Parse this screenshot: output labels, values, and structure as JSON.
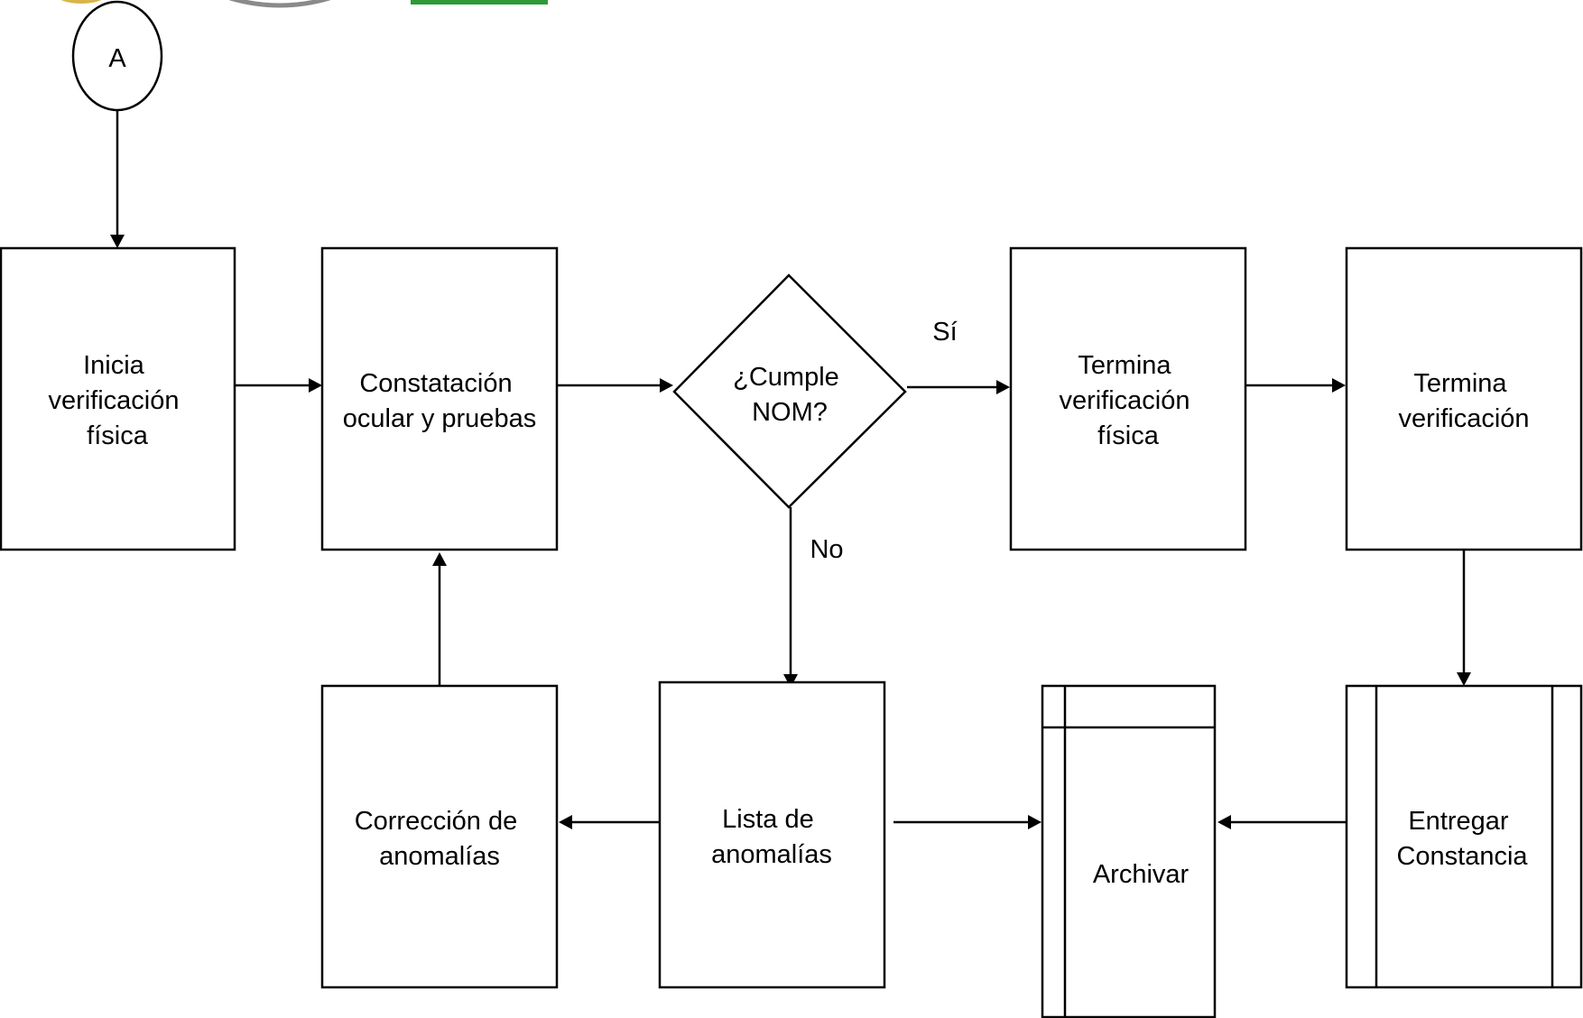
{
  "connector": {
    "label": "A"
  },
  "nodes": {
    "inicia": {
      "lines": [
        "Inicia",
        "verificación",
        "física"
      ]
    },
    "constatacion": {
      "lines": [
        "Constatación",
        "ocular y pruebas"
      ]
    },
    "decision": {
      "lines": [
        "¿Cumple",
        "NOM?"
      ]
    },
    "termina_fisica": {
      "lines": [
        "Termina",
        "verificación",
        "física"
      ]
    },
    "termina_verif": {
      "lines": [
        "Termina",
        "verificación"
      ]
    },
    "entregar": {
      "lines": [
        "Entregar",
        "Constancia"
      ]
    },
    "archivar": {
      "lines": [
        "Archivar"
      ]
    },
    "lista": {
      "lines": [
        "Lista de",
        "anomalías"
      ]
    },
    "correccion": {
      "lines": [
        "Corrección de",
        "anomalías"
      ]
    }
  },
  "edge_labels": {
    "yes": "Sí",
    "no": "No"
  },
  "colors": {
    "stroke": "#000000",
    "fill": "#ffffff",
    "logo_green": "#2e9a3a",
    "logo_gold": "#d9b44a",
    "logo_gray": "#8a8a8a"
  }
}
